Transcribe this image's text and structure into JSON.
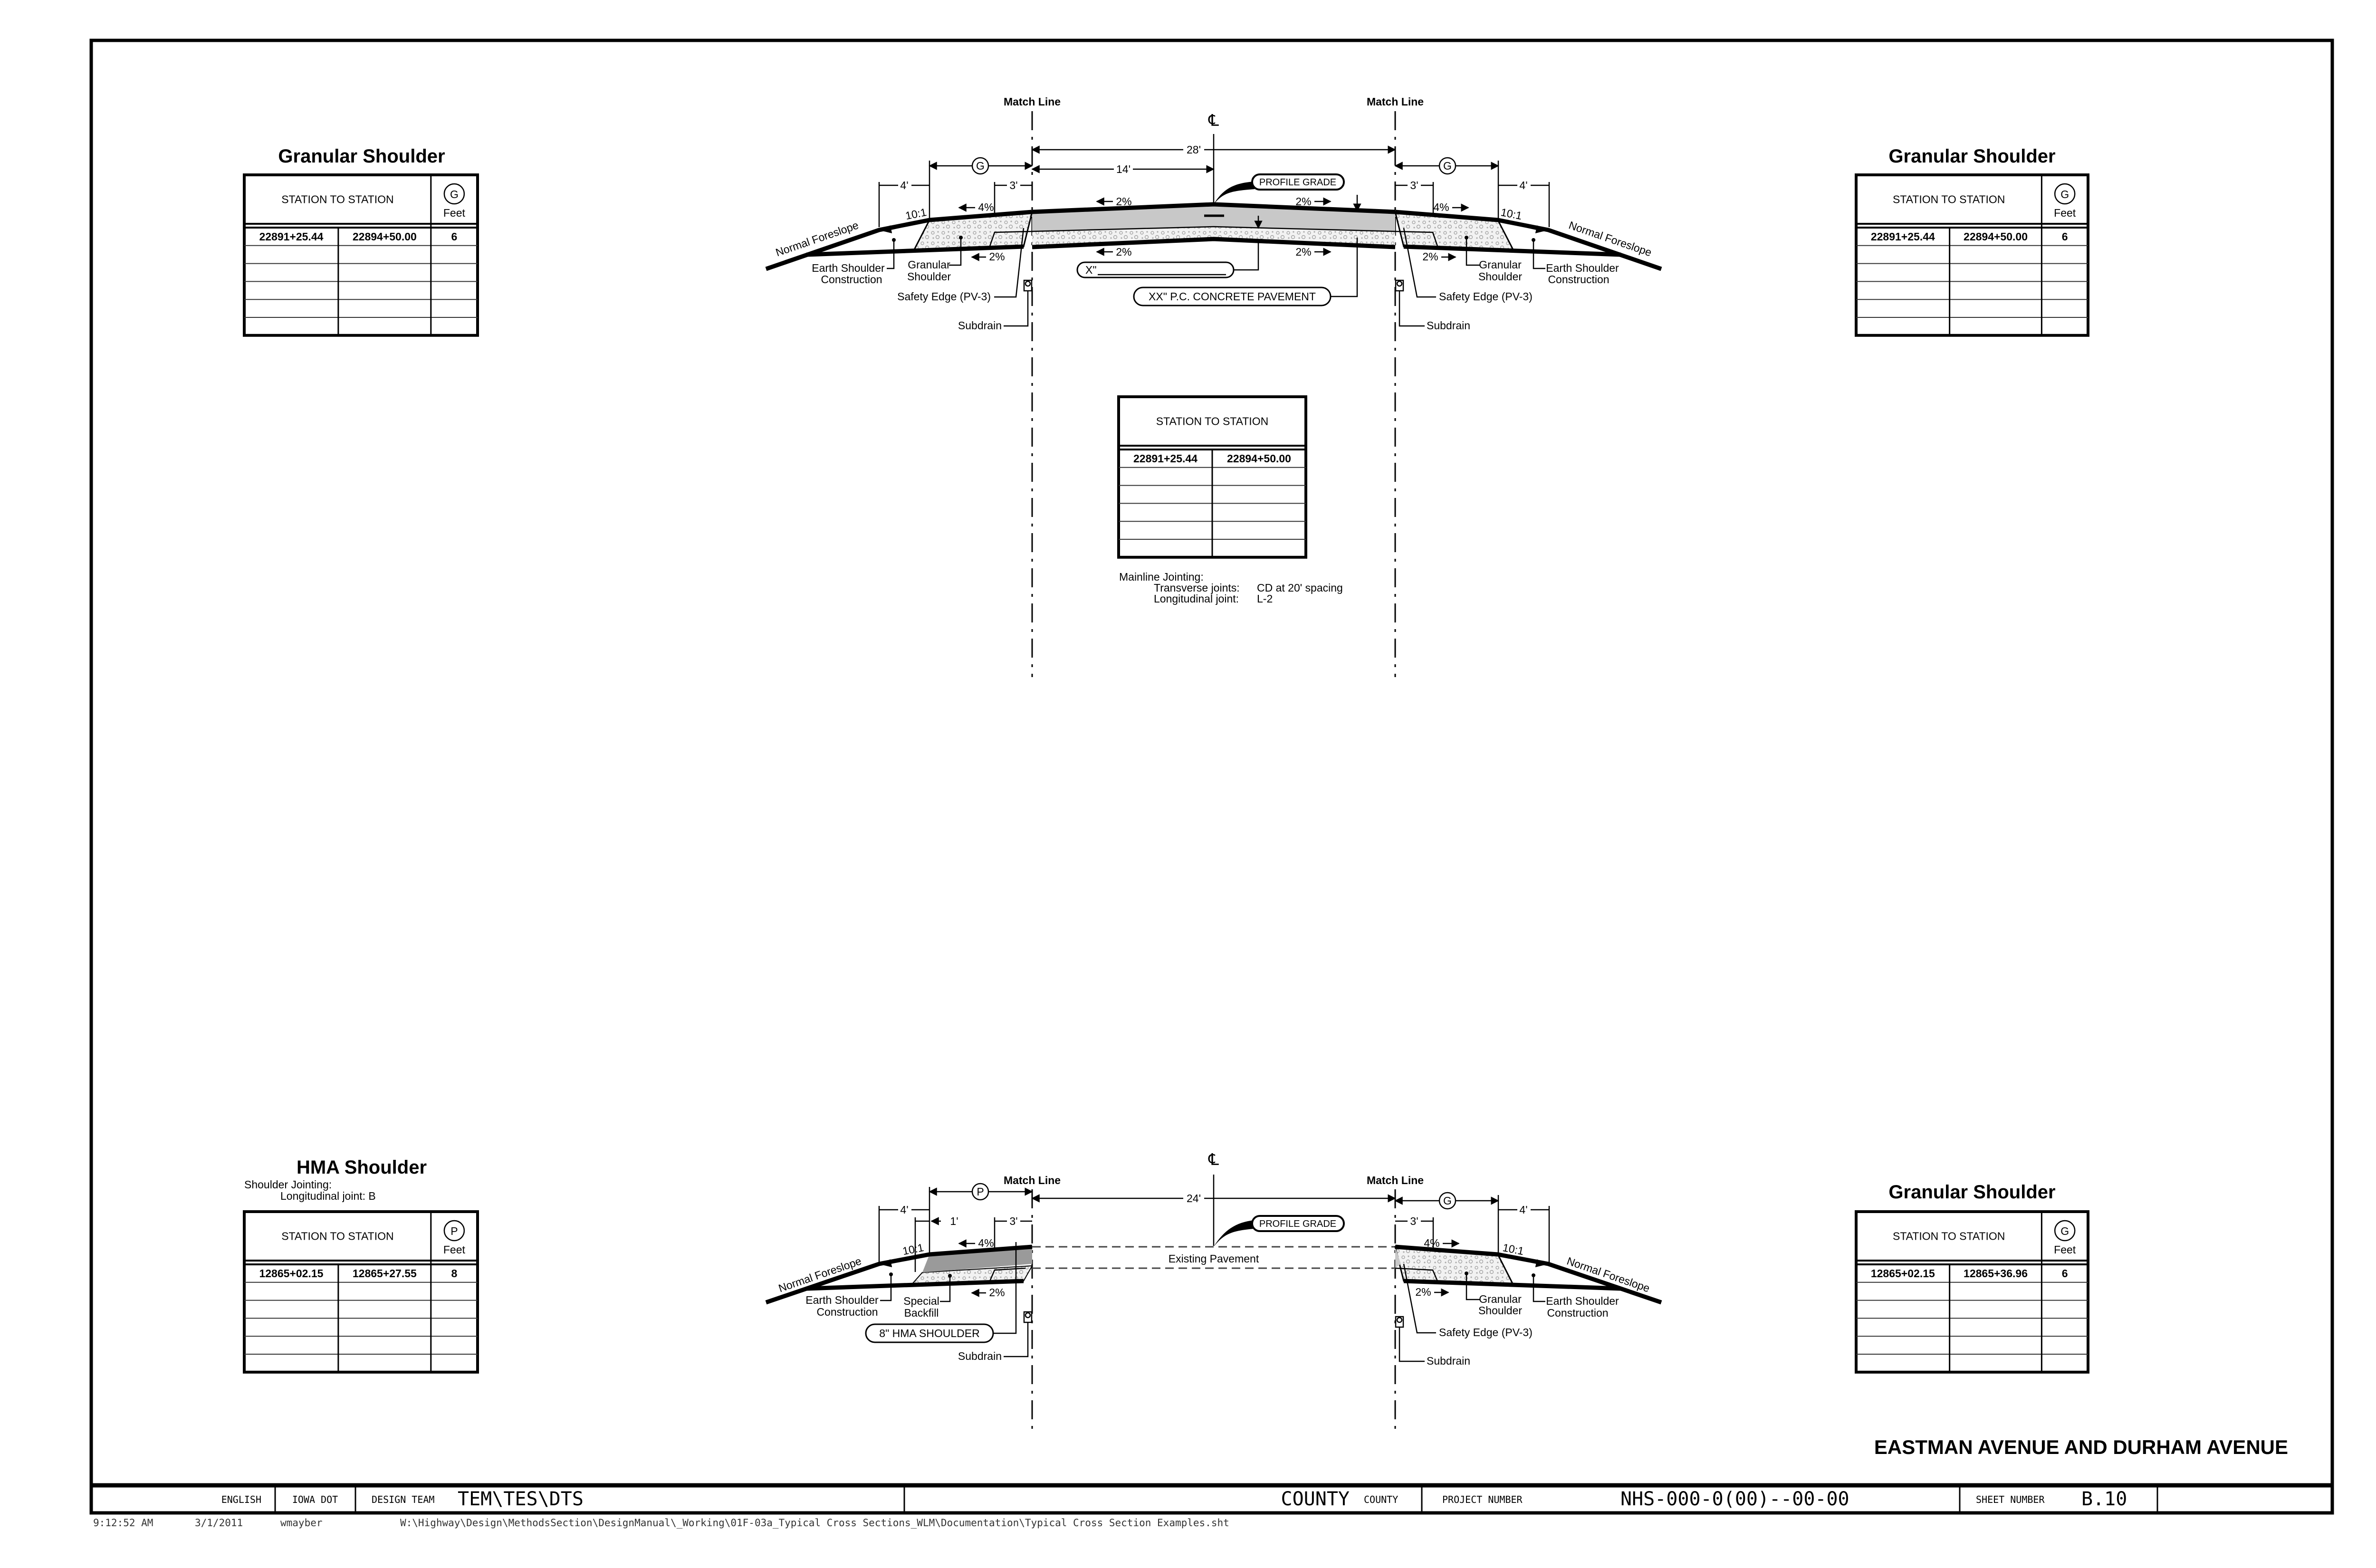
{
  "sheet": {
    "title": "EASTMAN AVENUE AND DURHAM AVENUE"
  },
  "common": {
    "match_line": "Match Line",
    "centerline": "℄",
    "normal_foreslope": "Normal Foreslope",
    "earth_shoulder_1": "Earth Shoulder",
    "earth_shoulder_2": "Construction",
    "granular_1": "Granular",
    "granular_2": "Shoulder",
    "safety_edge": "Safety Edge (PV-3)",
    "subdrain": "Subdrain",
    "profile_grade": "PROFILE GRADE",
    "slope_2": "2%",
    "slope_4": "4%",
    "slope_10_1": "10:1",
    "dim_4": "4'",
    "dim_3": "3'",
    "dim_1": "1'",
    "sym_g": "G",
    "sym_p": "P"
  },
  "top_section": {
    "dim_total": "28'",
    "dim_half": "14'",
    "thickness_label": "X\"",
    "pavement_label": "XX\" P.C. CONCRETE PAVEMENT"
  },
  "bottom_section": {
    "dim_total": "24'",
    "existing_pavement": "Existing Pavement",
    "special_1": "Special",
    "special_2": "Backfill",
    "hma_label": "8\" HMA SHOULDER"
  },
  "mainline_jointing": {
    "heading": "Mainline Jointing:",
    "transverse_label": "Transverse joints:",
    "transverse_value": "CD at 20' spacing",
    "longitudinal_label": "Longitudinal joint:",
    "longitudinal_value": "L-2"
  },
  "tables": [
    {
      "title": "Granular Shoulder",
      "header": "STATION TO STATION",
      "symbol": "G",
      "unit": "Feet",
      "rows": [
        [
          "22891+25.44",
          "22894+50.00",
          "6"
        ]
      ]
    },
    {
      "title": "Granular Shoulder",
      "header": "STATION TO STATION",
      "symbol": "G",
      "unit": "Feet",
      "rows": [
        [
          "22891+25.44",
          "22894+50.00",
          "6"
        ]
      ]
    },
    {
      "title": "HMA Shoulder",
      "note_1": "Shoulder Jointing:",
      "note_2": "Longitudinal joint:  B",
      "header": "STATION TO STATION",
      "symbol": "P",
      "unit": "Feet",
      "rows": [
        [
          "12865+02.15",
          "12865+27.55",
          "8"
        ]
      ]
    },
    {
      "title": "Granular Shoulder",
      "header": "STATION TO STATION",
      "symbol": "G",
      "unit": "Feet",
      "rows": [
        [
          "12865+02.15",
          "12865+36.96",
          "6"
        ]
      ]
    },
    {
      "header": "STATION TO STATION",
      "rows": [
        [
          "22891+25.44",
          "22894+50.00"
        ]
      ]
    }
  ],
  "title_block": {
    "units": "ENGLISH",
    "agency": "IOWA DOT",
    "design_team_label": "DESIGN TEAM",
    "design_team": "TEM\\TES\\DTS",
    "county": "COUNTY",
    "county_label": "COUNTY",
    "project_number_label": "PROJECT NUMBER",
    "project_number": "NHS-000-0(00)--00-00",
    "sheet_number_label": "SHEET NUMBER",
    "sheet_number": "B.10"
  },
  "plot_info": {
    "time": "9:12:52 AM",
    "date": "3/1/2011",
    "user": "wmayber",
    "path": "W:\\Highway\\Design\\MethodsSection\\DesignManual\\_Working\\01F-03a_Typical Cross Sections_WLM\\Documentation\\Typical Cross Section Examples.sht"
  }
}
